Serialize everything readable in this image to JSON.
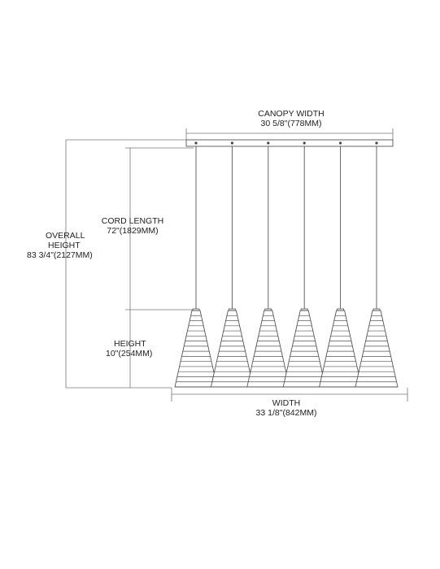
{
  "dimensions": {
    "canopy_width": {
      "label": "CANOPY WIDTH",
      "value": "30 5/8\"(778MM)"
    },
    "cord_length": {
      "label": "CORD LENGTH",
      "value": "72\"(1829MM)"
    },
    "overall_height": {
      "label_line1": "OVERALL",
      "label_line2": "HEIGHT",
      "value": "83 3/4\"(2127MM)"
    },
    "height": {
      "label": "HEIGHT",
      "value": "10\"(254MM)"
    },
    "width": {
      "label": "WIDTH",
      "value": "33 1/8\"(842MM)"
    }
  },
  "fixture": {
    "pendant_count": 6,
    "shade_ridges": 14,
    "line_color": "#555555"
  }
}
